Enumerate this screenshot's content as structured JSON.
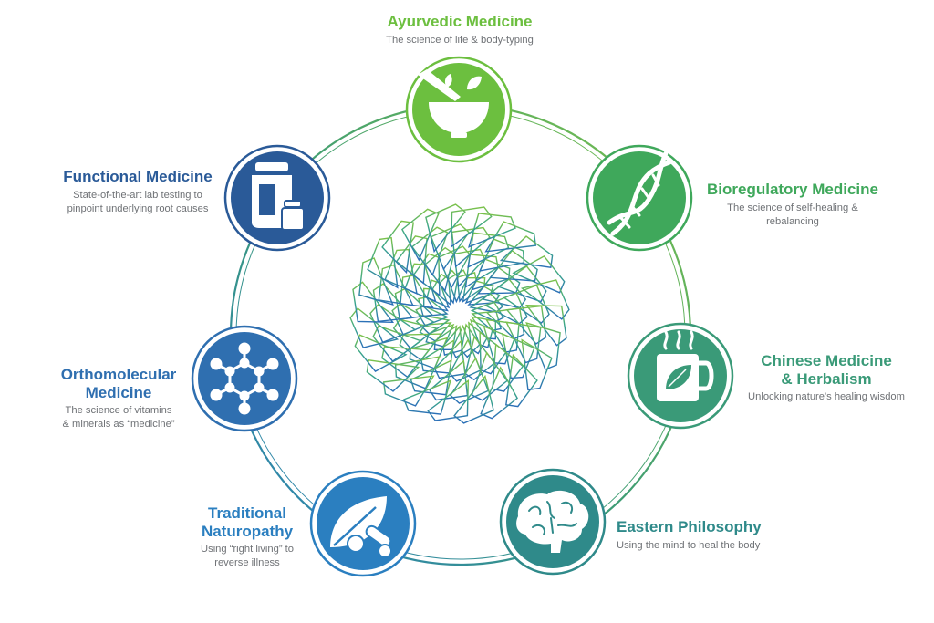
{
  "colors": {
    "green": "#6cbf3f",
    "dna_green": "#3fa85b",
    "teal_green": "#3a9a78",
    "teal": "#2f8a8a",
    "blue": "#2b7fc0",
    "mid_blue": "#2f6fb0",
    "navy": "#2a5a98",
    "text_grey": "#6f7276"
  },
  "modalities": [
    {
      "key": "ayurvedic",
      "title": "Ayurvedic Medicine",
      "subtitle": "The science of life & body-typing",
      "icon": "mortar-pestle-icon"
    },
    {
      "key": "bioregulatory",
      "title": "Bioregulatory Medicine",
      "subtitle": "The science of self-healing & rebalancing",
      "icon": "dna-icon"
    },
    {
      "key": "chinese",
      "title_line1": "Chinese Medicine",
      "title_line2": "& Herbalism",
      "subtitle": "Unlocking nature's healing wisdom",
      "icon": "tea-mug-icon"
    },
    {
      "key": "eastern",
      "title": "Eastern Philosophy",
      "subtitle": "Using the mind to heal the body",
      "icon": "brain-icon"
    },
    {
      "key": "naturopathy",
      "title_line1": "Traditional",
      "title_line2": "Naturopathy",
      "subtitle_line1": "Using “right living” to",
      "subtitle_line2": "reverse illness",
      "icon": "leaf-pills-icon"
    },
    {
      "key": "orthomolecular",
      "title_line1": "Orthomolecular",
      "title_line2": "Medicine",
      "subtitle_line1": "The science of vitamins",
      "subtitle_line2": "& minerals as “medicine”",
      "icon": "molecule-icon"
    },
    {
      "key": "functional",
      "title": "Functional Medicine",
      "subtitle_line1": "State-of-the-art lab testing to",
      "subtitle_line2": "pinpoint underlying root causes",
      "icon": "supplement-bottle-icon"
    }
  ]
}
